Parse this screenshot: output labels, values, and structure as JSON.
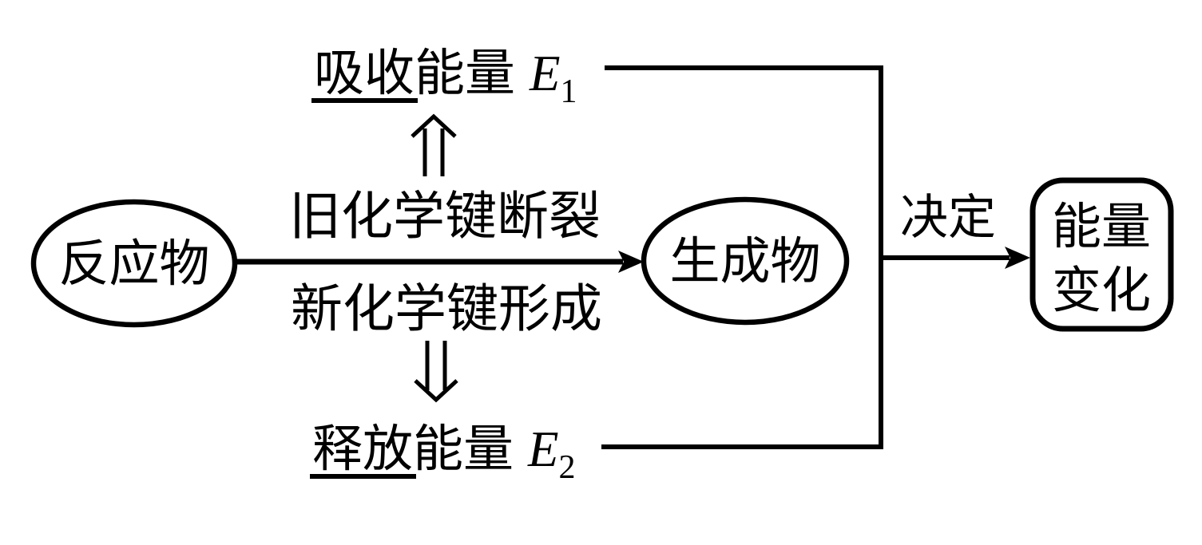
{
  "diagram": {
    "background_color": "#ffffff",
    "stroke_color": "#000000",
    "nodes": {
      "reactants": {
        "label": "反应物",
        "shape": "ellipse"
      },
      "products": {
        "label": "生成物",
        "shape": "ellipse"
      },
      "energy_change": {
        "line1": "能量",
        "line2": "变化",
        "shape": "rounded-rect"
      }
    },
    "labels": {
      "bond_break": "旧化学键断裂",
      "bond_form": "新化学键形成",
      "absorb_underlined": "吸收",
      "absorb_rest": "能量",
      "absorb_symbol": "E",
      "absorb_subscript": "1",
      "release_underlined": "释放",
      "release_rest": "能量",
      "release_symbol": "E",
      "release_subscript": "2",
      "determine": "决定"
    }
  }
}
